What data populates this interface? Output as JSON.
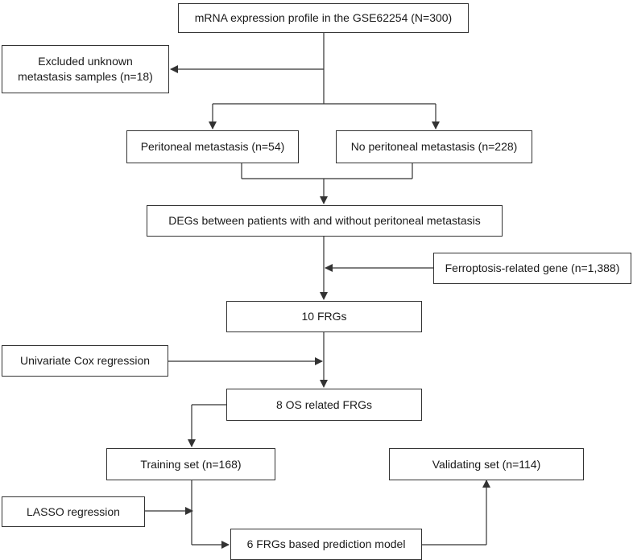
{
  "diagram": {
    "nodes": {
      "profile": "mRNA expression profile in the GSE62254 (N=300)",
      "excluded_line1": "Excluded unknown",
      "excluded_line2": "metastasis samples (n=18)",
      "peritoneal": "Peritoneal metastasis (n=54)",
      "no_peritoneal": "No peritoneal metastasis (n=228)",
      "degs": "DEGs between patients with and without peritoneal metastasis",
      "ferroptosis": "Ferroptosis-related gene (n=1,388)",
      "frgs10": "10 FRGs",
      "univariate": "Univariate Cox regression",
      "os_frgs": "8 OS related FRGs",
      "training": "Training set (n=168)",
      "validating": "Validating set (n=114)",
      "lasso": "LASSO regression",
      "model": "6 FRGs based prediction model"
    },
    "colors": {
      "line": "#333333",
      "box_border": "#333333",
      "text": "#1a1a1a",
      "background": "#ffffff"
    }
  }
}
